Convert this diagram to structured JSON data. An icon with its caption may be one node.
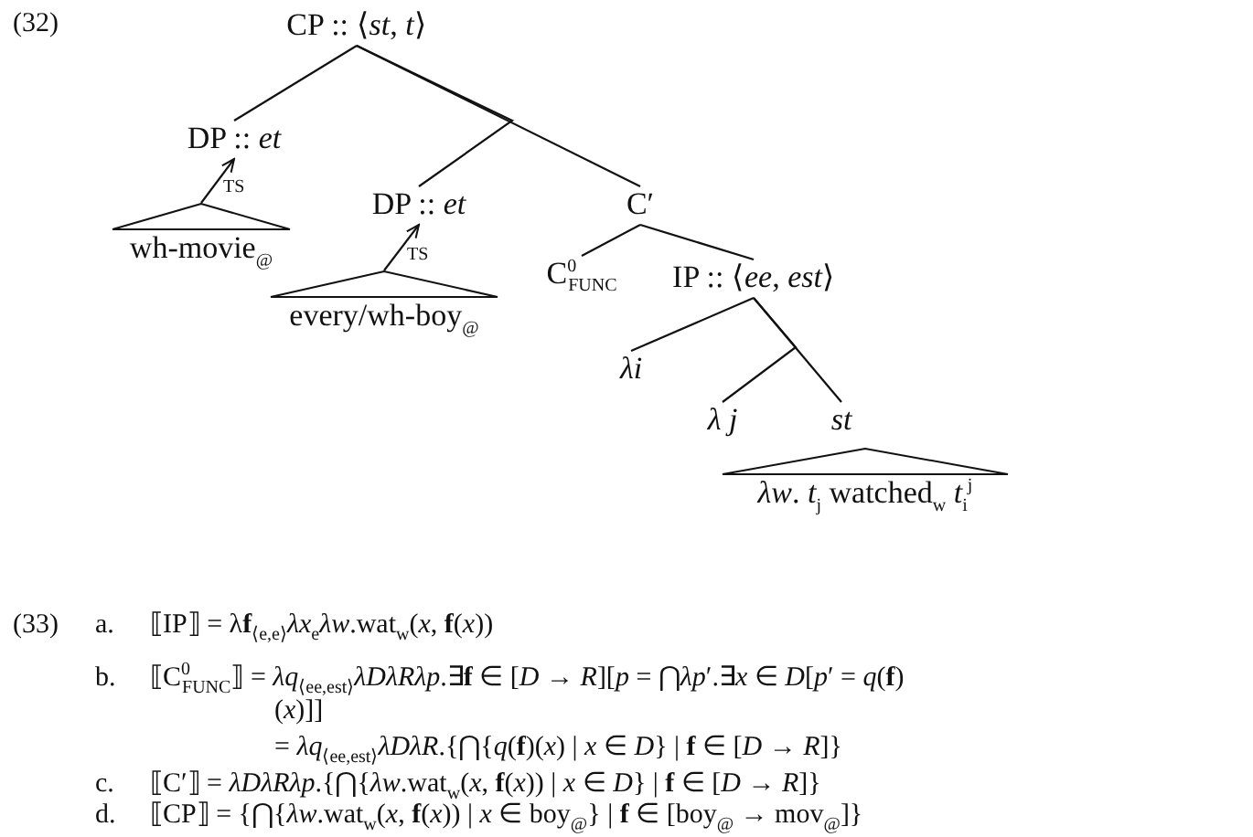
{
  "diagram": {
    "nodes": [
      {
        "text": [
          "CP :: ⟨*st*, *t*⟩"
        ]
      },
      {
        "text": [
          "DP :: *et*"
        ]
      },
      {
        "text": [
          "wh-movie$_{@}$"
        ]
      },
      {
        "text": [
          "DP :: *et*"
        ]
      },
      {
        "text": [
          "every/wh-boy$_{@}$"
        ]
      },
      {
        "text": [
          "C′"
        ]
      },
      {
        "text": [
          "C$^{0}$$_{FUNC}$"
        ]
      },
      {
        "text": [
          "IP :: ⟨*ee*, *est*⟩"
        ]
      },
      {
        "text": [
          "*λi*"
        ]
      },
      {
        "text": [
          "*λ j*"
        ]
      },
      {
        "text": [
          "*st*"
        ]
      },
      {
        "text": [
          "*λw*. *t*$_{j}$ watched$_{w}$ *t*$_{i}$$^{j}$"
        ]
      }
    ],
    "edges": [
      {
        "from": 0,
        "to": 1,
        "arrow": "none"
      },
      {
        "from": 0,
        "to": 3,
        "arrow": "none"
      },
      {
        "from": 0,
        "to": 5,
        "arrow": "none"
      },
      {
        "from": 2,
        "to": 1,
        "arrow": "to",
        "label": "TS"
      },
      {
        "from": 4,
        "to": 3,
        "arrow": "to",
        "label": "TS"
      },
      {
        "from": 5,
        "to": 6,
        "arrow": "none"
      },
      {
        "from": 5,
        "to": 7,
        "arrow": "none"
      },
      {
        "from": 7,
        "to": 8,
        "arrow": "none"
      },
      {
        "from": 7,
        "to": 9,
        "arrow": "none"
      },
      {
        "from": 7,
        "to": 10,
        "arrow": "none"
      }
    ],
    "labels": [
      "(32)",
      "(33)",
      "a.",
      "⟦IP⟧ = λ**f**$_{⟨e,e⟩}$*λx*$_{e}$*λw*.wat$_{w}$(*x*, **f**(*x*))",
      "b.",
      "⟦C$^{0}$$_{FUNC}$⟧ = *λq*$_{⟨ee,est⟩}$*λDλRλp*.∃**f** ∈ [*D* → *R*][*p* = ⋂*λp*′.∃*x* ∈ *D*[*p*′ = *q*(**f**)(*x*)]]",
      "= *λq*$_{⟨ee,est⟩}$*λDλR*.{⋂{*q*(**f**)(*x*) | *x* ∈ *D*} | **f** ∈ [*D* → *R*]}",
      "c.",
      "⟦C′⟧ = *λDλRλp*.{⋂{*λw*.wat$_{w}$(*x*, **f**(*x*)) | *x* ∈ *D*} | **f** ∈ [*D* → *R*]}",
      "d.",
      "⟦CP⟧ = {⋂{*λw*.wat$_{w}$(*x*, **f**(*x*)) | *x* ∈ boy$_{@}$} | **f** ∈ [boy$_{@}$ → mov$_{@}$]}"
    ]
  }
}
